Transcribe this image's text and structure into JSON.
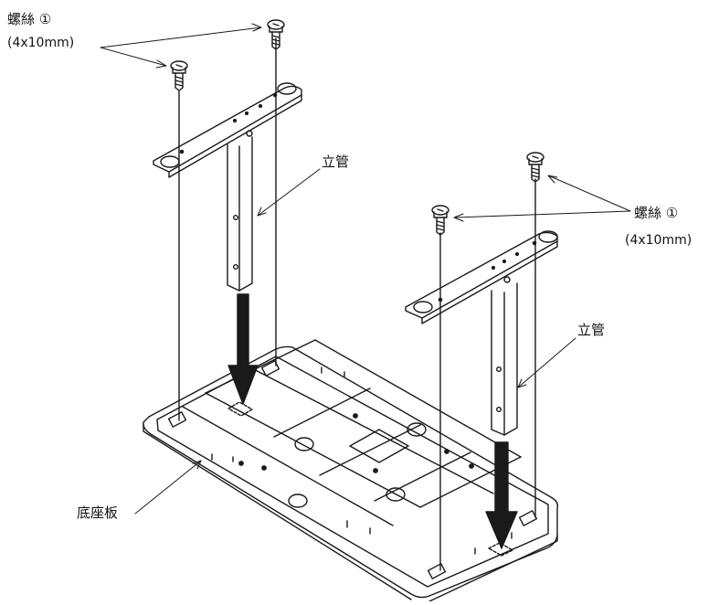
{
  "labels": {
    "screw_left": "螺絲 ①",
    "screw_left_size": "(4x10mm)",
    "riser_left": "立管",
    "screw_right": "螺絲 ①",
    "screw_right_size": "(4x10mm)",
    "riser_right": "立管",
    "base_plate": "底座板"
  },
  "colors": {
    "line": "#1a1a1a",
    "arrow_fill": "#1a1a1a",
    "background": "#ffffff"
  },
  "icons": [
    "screw-icon",
    "down-arrow-icon"
  ]
}
